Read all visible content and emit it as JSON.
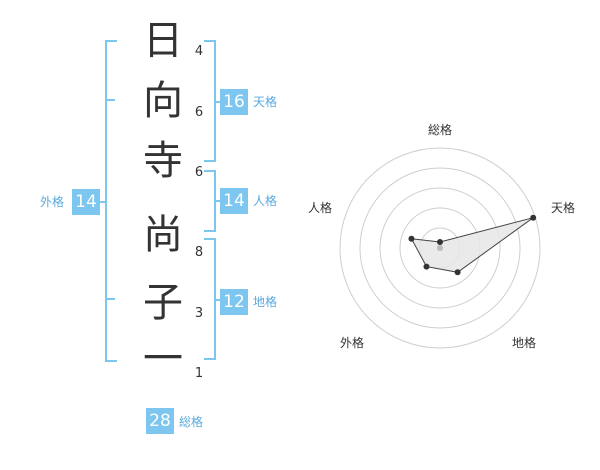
{
  "characters": [
    {
      "char": "日",
      "strokes": "4"
    },
    {
      "char": "向",
      "strokes": "6"
    },
    {
      "char": "寺",
      "strokes": "6"
    },
    {
      "char": "尚",
      "strokes": "8"
    },
    {
      "char": "子",
      "strokes": "3"
    },
    {
      "char": "一",
      "strokes": "1"
    }
  ],
  "kakusu": {
    "tenkaku": {
      "label": "天格",
      "value": "16"
    },
    "jinkaku": {
      "label": "人格",
      "value": "14"
    },
    "chikaku": {
      "label": "地格",
      "value": "12"
    },
    "gaikaku": {
      "label": "外格",
      "value": "14"
    },
    "soukaku": {
      "label": "総格",
      "value": "28"
    }
  },
  "colors": {
    "accent": "#7cc6f0",
    "text": "#333333"
  },
  "radar": {
    "labels": {
      "top": "総格",
      "upper_right": "天格",
      "lower_right": "地格",
      "lower_left": "外格",
      "upper_left": "人格"
    },
    "levels": [
      0.06,
      0.98,
      0.3,
      0.23,
      0.3
    ]
  }
}
